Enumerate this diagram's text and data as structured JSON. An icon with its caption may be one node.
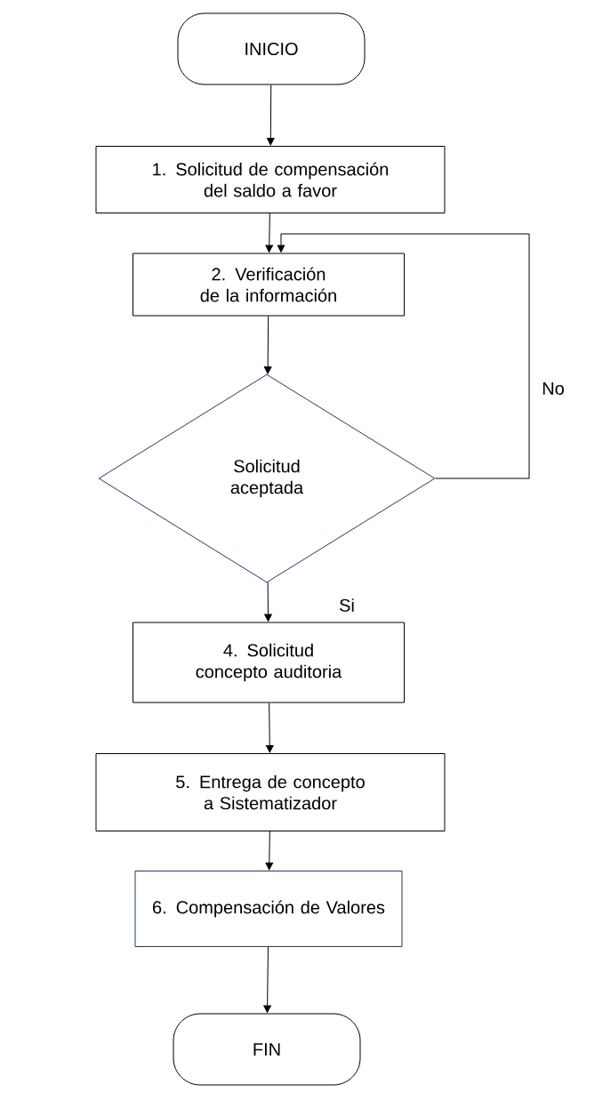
{
  "diagram": {
    "nodes": [
      {
        "text": [
          "INICIO"
        ]
      },
      {
        "text": [
          "1. Solicitud de compensación del saldo a favor"
        ]
      },
      {
        "text": [
          "2. Verificación de la información"
        ]
      },
      {
        "text": [
          "Solicitud aceptada"
        ]
      },
      {
        "text": [
          "4. Solicitud concepto auditoria"
        ]
      },
      {
        "text": [
          "5. Entrega de concepto a Sistematizador"
        ]
      },
      {
        "text": [
          "6. Compensación de Valores"
        ]
      },
      {
        "text": [
          "FIN"
        ]
      }
    ],
    "edges": [
      {
        "from": 0,
        "to": 1,
        "arrow": "to"
      },
      {
        "from": 1,
        "to": 2,
        "arrow": "to"
      },
      {
        "from": 2,
        "to": 3,
        "arrow": "to"
      },
      {
        "from": 3,
        "to": 4,
        "arrow": "to",
        "label": "Si"
      },
      {
        "from": 3,
        "to": 2,
        "arrow": "to",
        "label": "No"
      },
      {
        "from": 4,
        "to": 5,
        "arrow": "to"
      },
      {
        "from": 5,
        "to": 6,
        "arrow": "to"
      },
      {
        "from": 6,
        "to": 7,
        "arrow": "to"
      }
    ]
  }
}
